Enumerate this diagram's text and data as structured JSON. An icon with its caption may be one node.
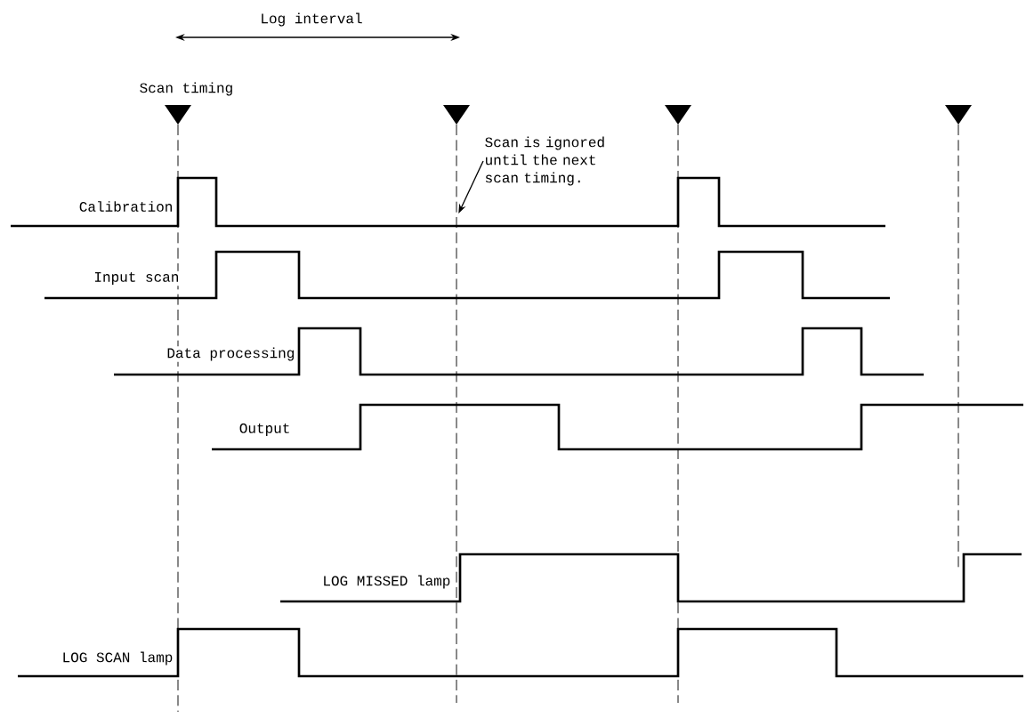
{
  "diagram": {
    "nodes": [
      {
        "text": [],
        "shape": "triangle"
      },
      {
        "text": [],
        "shape": "triangle"
      },
      {
        "text": [],
        "shape": "triangle"
      },
      {
        "text": [],
        "shape": "triangle"
      },
      {
        "text": [
          "Scan is ignored until the next scan timing."
        ]
      }
    ],
    "edges": [
      {
        "from": 4,
        "to": 1,
        "arrow": "to"
      }
    ],
    "labels": [
      "Log interval",
      "Scan timing",
      "Calibration",
      "Input scan",
      "Data processing",
      "Output",
      "LOG MISSED lamp",
      "LOG SCAN lamp"
    ]
  }
}
